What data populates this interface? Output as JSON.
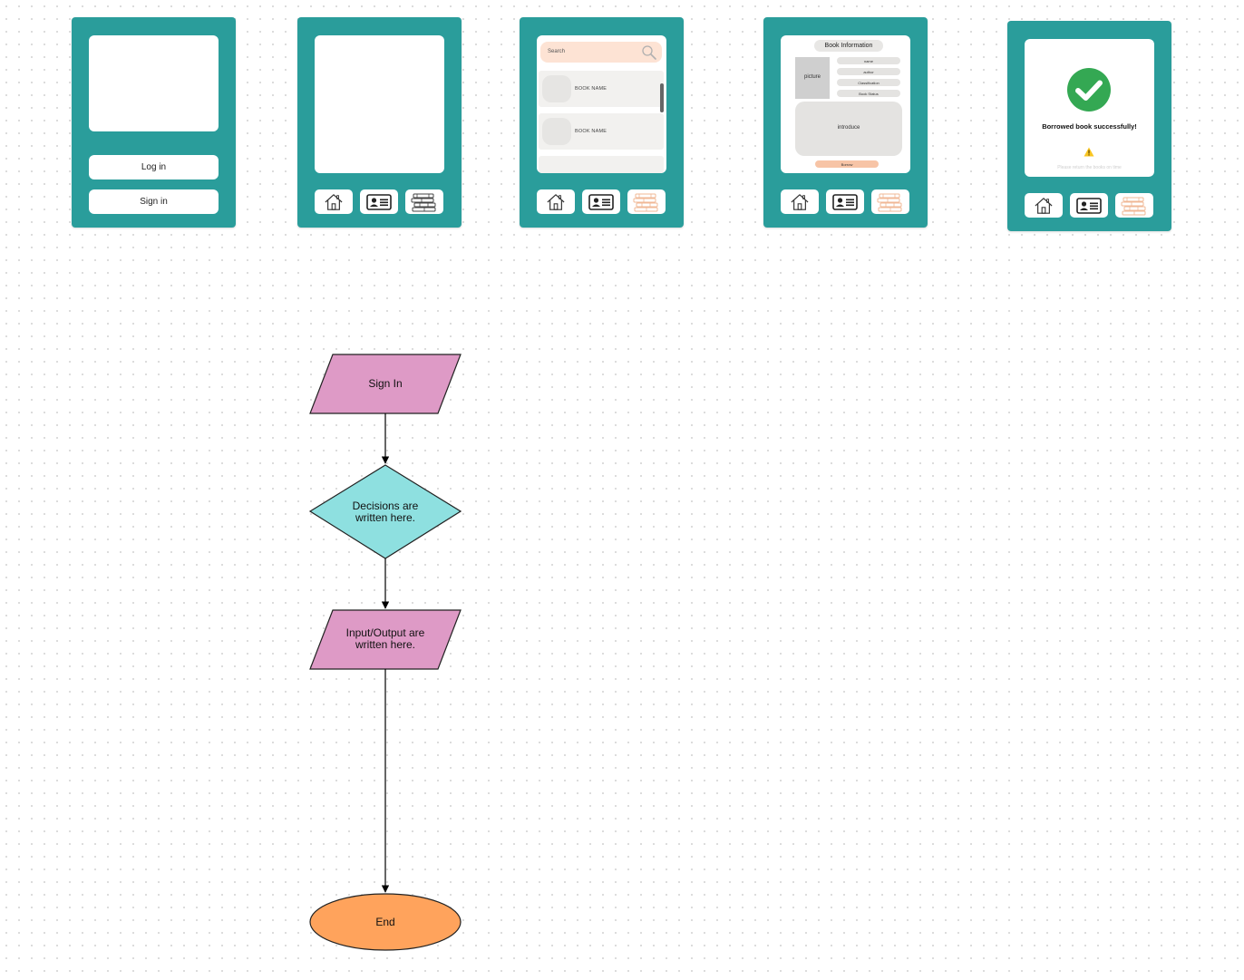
{
  "screens": {
    "login": {
      "login_label": "Log in",
      "signin_label": "Sign in"
    },
    "blank": {},
    "list": {
      "search_placeholder": "Search",
      "books": [
        {
          "name": "BOOK NAME"
        },
        {
          "name": "BOOK NAME"
        }
      ]
    },
    "detail": {
      "title": "Book Information",
      "picture_label": "picture",
      "fields": [
        "name",
        "author",
        "Classification",
        "Book Status"
      ],
      "intro_label": "introduce",
      "borrow_label": "Borrow"
    },
    "success": {
      "message": "Borrowed book successfully!",
      "note": "Please return the books on time"
    }
  },
  "nav": {
    "icons": [
      "home-icon",
      "contact-card-icon",
      "books-icon"
    ]
  },
  "flowchart": {
    "start": "Sign In",
    "decision_line1": "Decisions are",
    "decision_line2": "written here.",
    "io_line1": "Input/Output are",
    "io_line2": "written here.",
    "end": "End"
  },
  "colors": {
    "phone": "#2a9d9b",
    "io_shape": "#de9ac6",
    "decision_shape": "#8ee0e0",
    "end_shape": "#ffa35c",
    "success_check": "#34a853",
    "search_bar": "#fde3d4",
    "borrow_button": "#f7c4a6"
  }
}
